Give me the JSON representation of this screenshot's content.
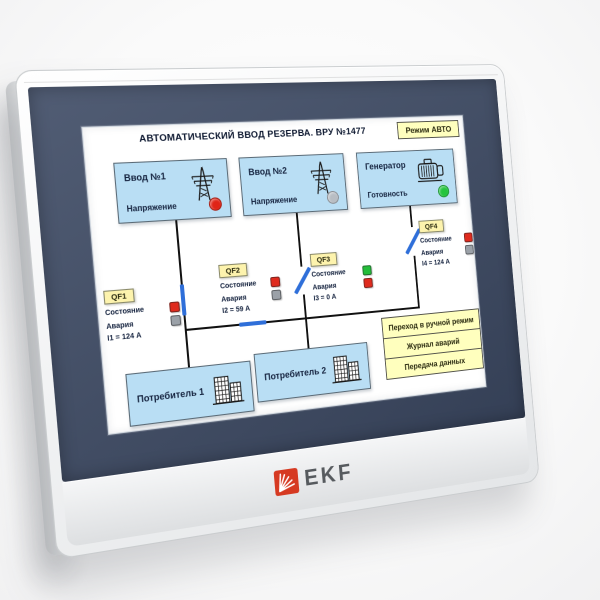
{
  "palette": {
    "bezel_navy": "#3d4a64",
    "mimic_blue": "#b9def4",
    "button_yellow": "#ffffbe",
    "tag_yellow": "#fdf3ad",
    "line_blue": "#2f6fd9",
    "logo_red": "#d63a22"
  },
  "device": {
    "brand": "EKF"
  },
  "screen": {
    "title": "АВТОМАТИЧЕСКИЙ ВВОД РЕЗЕРВА. ВРУ №1477",
    "mode_button": "Режим АВТО",
    "sources": [
      {
        "name": "Ввод №1",
        "param": "Напряжение",
        "status_color": "#e02417",
        "icon": "power-tower"
      },
      {
        "name": "Ввод №2",
        "param": "Напряжение",
        "status_color": "#b8bdc3",
        "icon": "power-tower"
      },
      {
        "name": "Генератор",
        "param": "Готовность",
        "status_color": "#25c43e",
        "icon": "generator"
      }
    ],
    "breakers": [
      {
        "id": "QF1",
        "state_label": "Состояние",
        "state_color": "#df2b1e",
        "alarm_label": "Авария",
        "alarm_color": "#9ba1a8",
        "current": "I1 = 124 А",
        "position": "closed"
      },
      {
        "id": "QF2",
        "state_label": "Состояние",
        "state_color": "#df2b1e",
        "alarm_label": "Авария",
        "alarm_color": "#9ba1a8",
        "current": "I2 = 59 А",
        "position": "closed"
      },
      {
        "id": "QF3",
        "state_label": "Состояние",
        "state_color": "#23bd3a",
        "alarm_label": "Авария",
        "alarm_color": "#df2b1e",
        "current": "I3 = 0 А",
        "position": "open"
      },
      {
        "id": "QF4",
        "state_label": "Состояние",
        "state_color": "#df2b1e",
        "alarm_label": "Авария",
        "alarm_color": "#9ba1a8",
        "current": "I4 = 124 А",
        "position": "open"
      }
    ],
    "consumers": [
      {
        "name": "Потребитель 1"
      },
      {
        "name": "Потребитель 2"
      }
    ],
    "buttons": [
      {
        "label": "Переход в ручной режим"
      },
      {
        "label": "Журнал аварий"
      },
      {
        "label": "Передача данных"
      }
    ]
  }
}
